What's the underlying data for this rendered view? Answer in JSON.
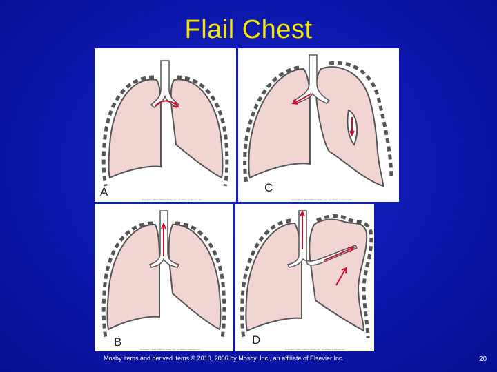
{
  "slide": {
    "title": "Flail Chest",
    "footer": "Mosby items and derived items © 2010, 2006 by Mosby, Inc., an affiliate of Elsevier Inc.",
    "page_number": "20"
  },
  "panels": [
    {
      "label": "A",
      "copyright": "Copyright © 2010, 2006 by Mosby, Inc., an affiliate of Elsevier Inc."
    },
    {
      "label": "C",
      "copyright": "Copyright © 2010, 2006 by Mosby, Inc., an affiliate of Elsevier Inc."
    },
    {
      "label": "B",
      "copyright": "Copyright © 2010, 2006 by Mosby, Inc., an affiliate of Elsevier Inc."
    },
    {
      "label": "D",
      "copyright": "Copyright © 2010, 2006 by Mosby, Inc., an affiliate of Elsevier Inc."
    }
  ],
  "colors": {
    "background": "#0c17ad",
    "title": "#f5e800",
    "lung": "#f1d5d2",
    "arrow": "#c8102e"
  }
}
